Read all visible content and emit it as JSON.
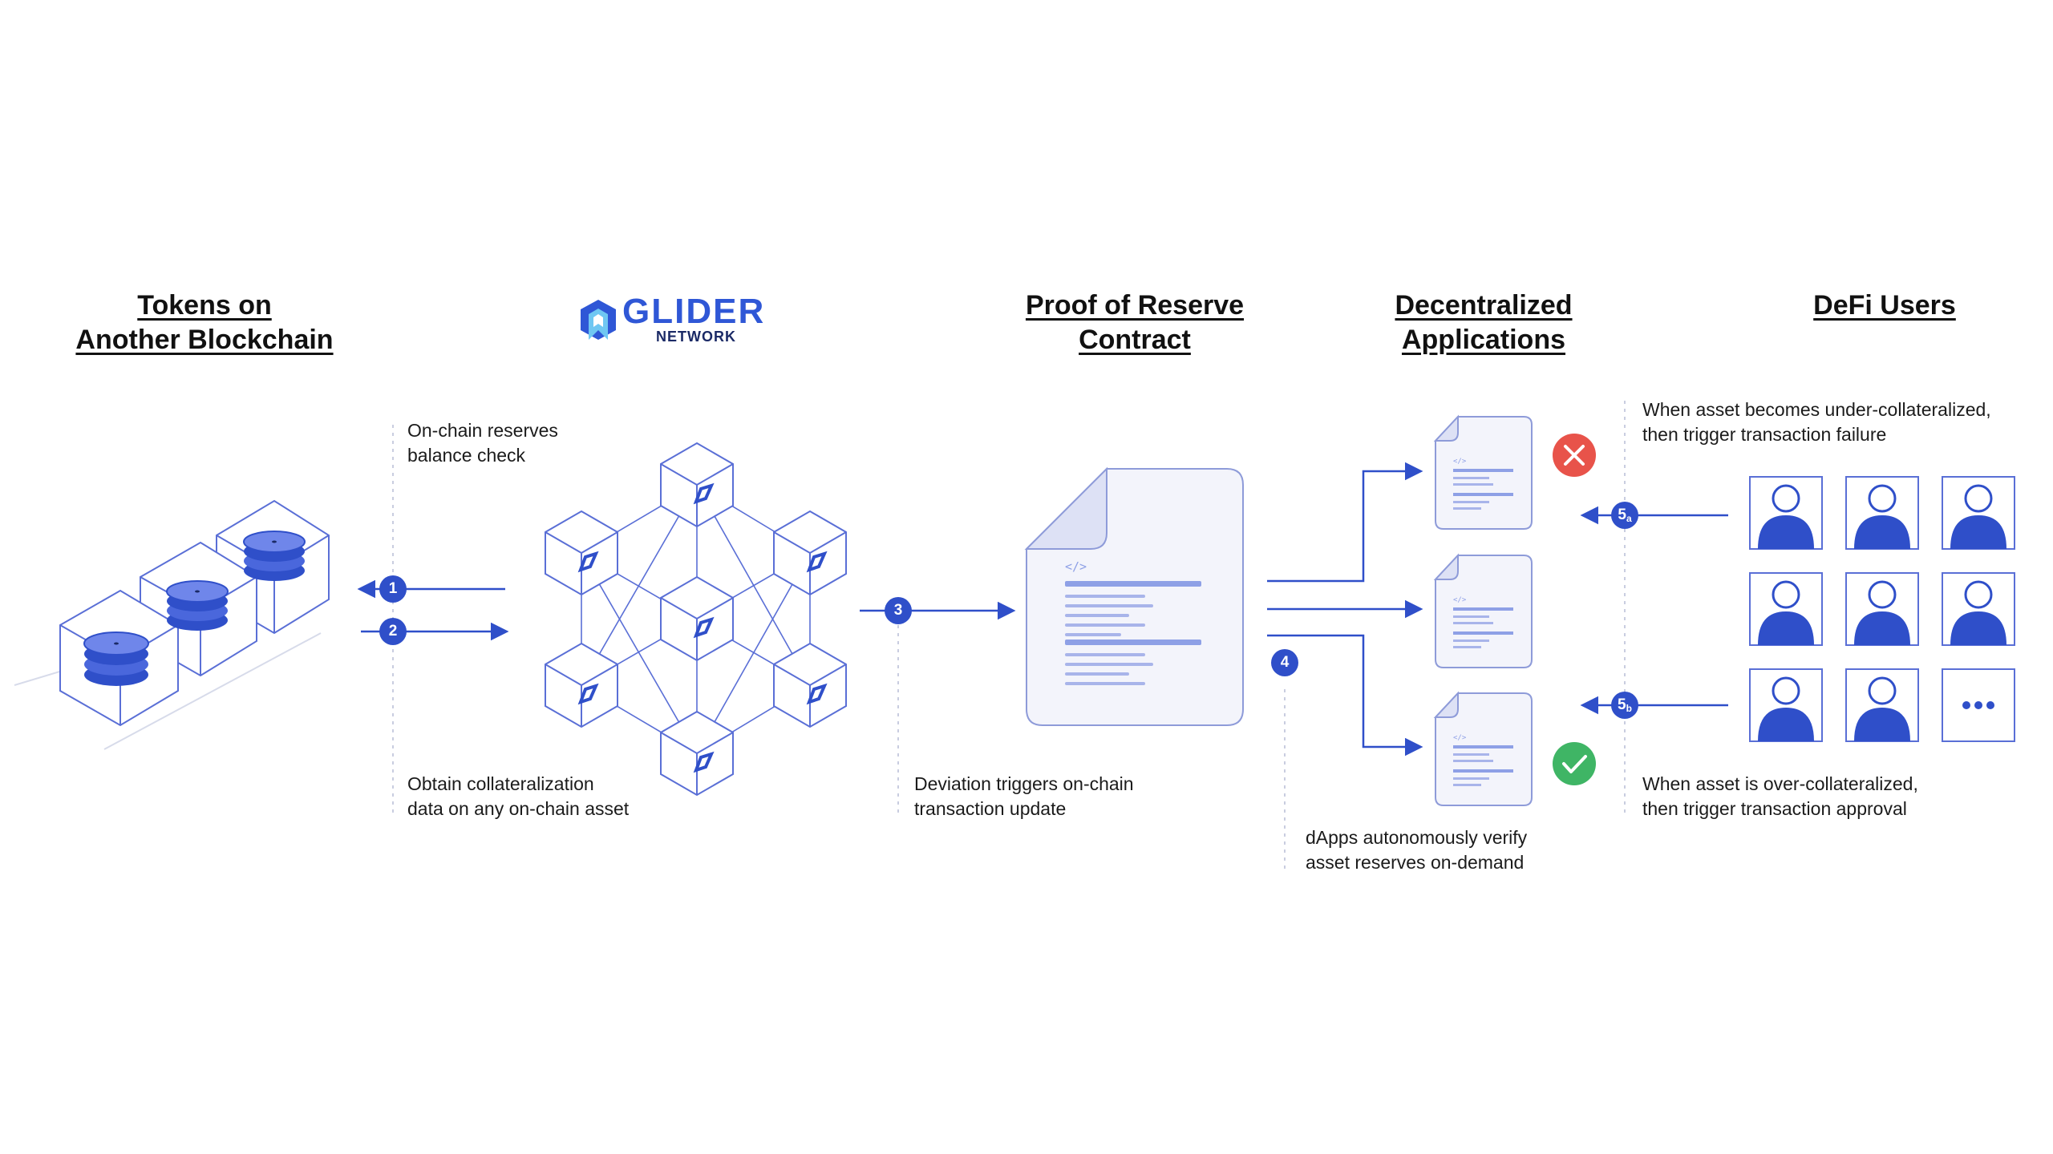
{
  "columns": {
    "tokens": {
      "line1": "Tokens on",
      "line2": "Another Blockchain"
    },
    "glider": {
      "logo_main": "GLIDER",
      "logo_sub": "NETWORK"
    },
    "proof": {
      "line1": "Proof of Reserve",
      "line2": "Contract"
    },
    "dapps": {
      "line1": "Decentralized",
      "line2": "Applications"
    },
    "users": {
      "line1": "DeFi Users"
    }
  },
  "notes": {
    "step1": {
      "line1": "On-chain reserves",
      "line2": "balance check"
    },
    "step2": {
      "line1": "Obtain collateralization",
      "line2": "data on any on-chain asset"
    },
    "step3": {
      "line1": "Deviation triggers on-chain",
      "line2": "transaction update"
    },
    "step4": {
      "line1": "dApps autonomously verify",
      "line2": "asset reserves on-demand"
    },
    "step5a": {
      "line1": "When asset becomes under-collateralized,",
      "line2": "then trigger transaction failure"
    },
    "step5b": {
      "line1": "When asset is over-collateralized,",
      "line2": "then trigger transaction approval"
    }
  },
  "badges": {
    "b1": "1",
    "b2": "2",
    "b3": "3",
    "b4": "4",
    "b5a": {
      "num": "5",
      "sub": "a"
    },
    "b5b": {
      "num": "5",
      "sub": "b"
    }
  },
  "code_tag": "</>",
  "icons": {
    "failure": "x-mark-icon",
    "success": "check-mark-icon",
    "more": "ellipsis-icon"
  },
  "colors": {
    "accent": "#2f4fc9",
    "line": "#7f8fd8",
    "failure": "#e8534a",
    "success": "#3fb565",
    "paper": "#f3f4fb"
  }
}
